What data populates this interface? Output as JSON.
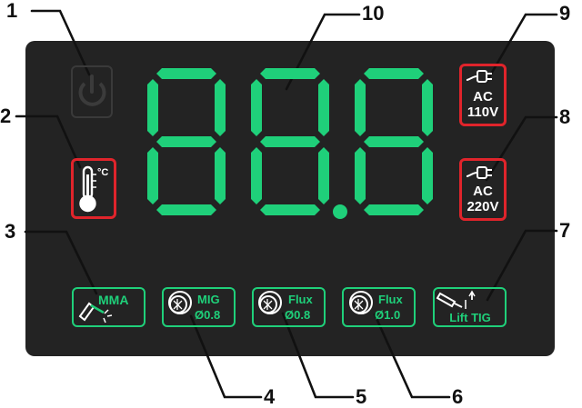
{
  "display": {
    "digits": [
      "8",
      "8",
      "8"
    ],
    "decimal_after": 1
  },
  "indicators": {
    "power": {
      "icon": "power-icon",
      "color": "#3b3b3b"
    },
    "temperature": {
      "icon": "thermometer-icon",
      "unit": "°C",
      "color": "#e0242b"
    },
    "ac110": {
      "icon": "plug-icon",
      "line1": "AC",
      "line2": "110V",
      "color": "#e0242b"
    },
    "ac220": {
      "icon": "plug-icon",
      "line1": "AC",
      "line2": "220V",
      "color": "#e0242b"
    },
    "mma": {
      "icon": "electrode-icon",
      "label": "MMA",
      "color": "#1fd07a"
    },
    "mig08": {
      "icon": "wire-spool-icon",
      "line1": "MIG",
      "line2": "Ø0.8",
      "color": "#1fd07a"
    },
    "flux08": {
      "icon": "wire-spool-icon",
      "line1": "Flux",
      "line2": "Ø0.8",
      "color": "#1fd07a"
    },
    "flux10": {
      "icon": "wire-spool-icon",
      "line1": "Flux",
      "line2": "Ø1.0",
      "color": "#1fd07a"
    },
    "lifttig": {
      "icon": "tig-torch-icon",
      "label": "Lift TIG",
      "color": "#1fd07a"
    }
  },
  "callouts": [
    "1",
    "2",
    "3",
    "4",
    "5",
    "6",
    "7",
    "8",
    "9",
    "10"
  ],
  "colors": {
    "panel": "#232323",
    "segment_on": "#1fd07a",
    "red": "#e0242b",
    "background": "#ffffff"
  }
}
